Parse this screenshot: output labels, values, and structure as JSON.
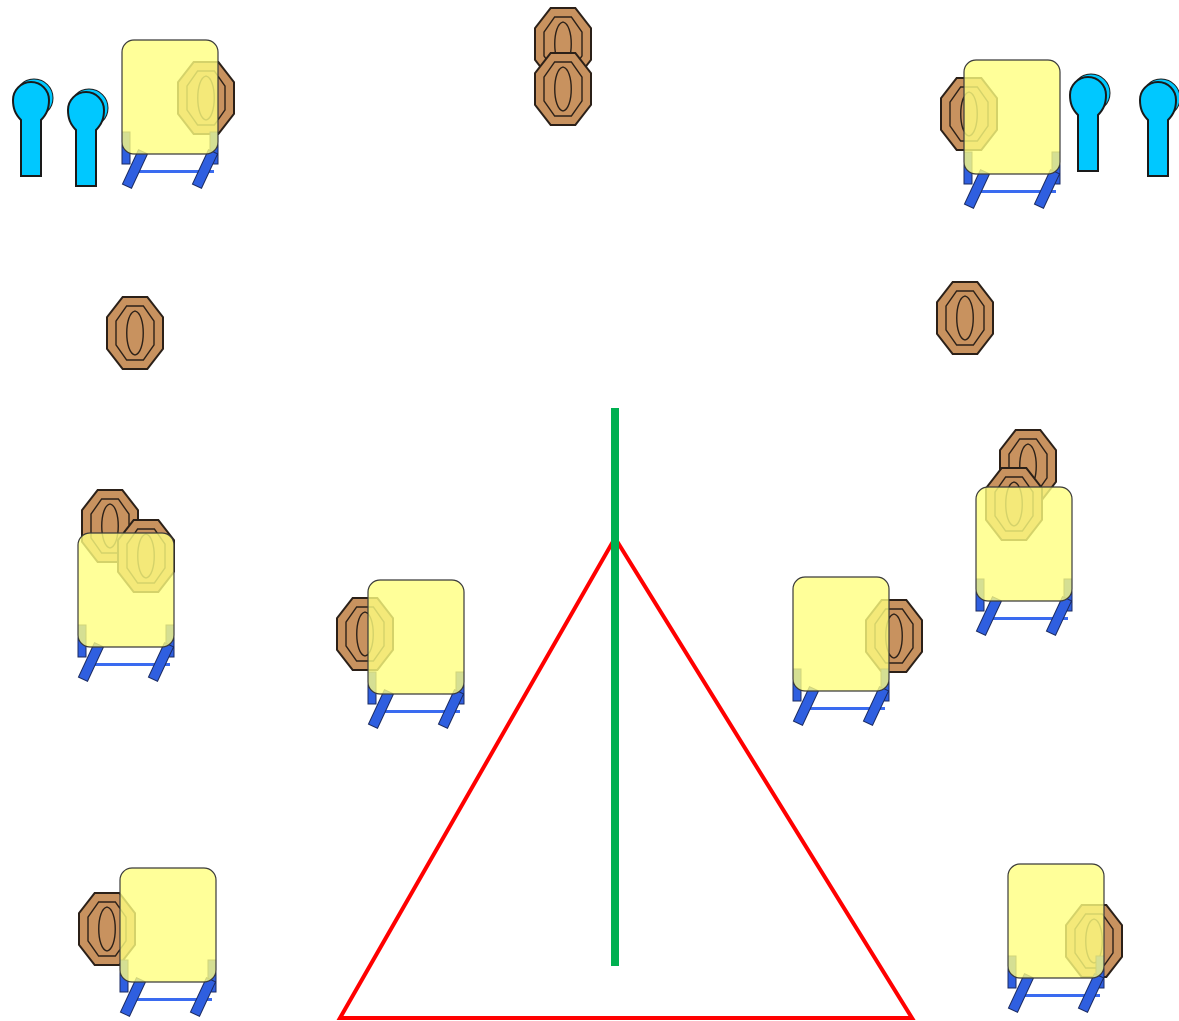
{
  "diagram": {
    "kind": "shooting stage layout",
    "colors": {
      "background": "#ffffff",
      "target_fill": "#c8925f",
      "target_stroke": "#2b2018",
      "barricade_fill": "#ffff80",
      "barricade_opacity": 0.8,
      "barricade_stroke": "#3a3a3a",
      "stand_fill": "#2f5fe0",
      "stand_stroke": "#1a2a60",
      "popper_fill": "#00c8ff",
      "popper_stroke": "#1a1a1a",
      "fault_line": "#ff0000",
      "start_line": "#00b050"
    },
    "icons": {
      "target": "cardboard-target-icon",
      "barricade": "barricade-panel-icon",
      "stand": "target-stand-icon",
      "popper": "steel-popper-icon"
    },
    "counts": {
      "paper_targets": 14,
      "barricades": 8,
      "steel_poppers": 4
    }
  }
}
